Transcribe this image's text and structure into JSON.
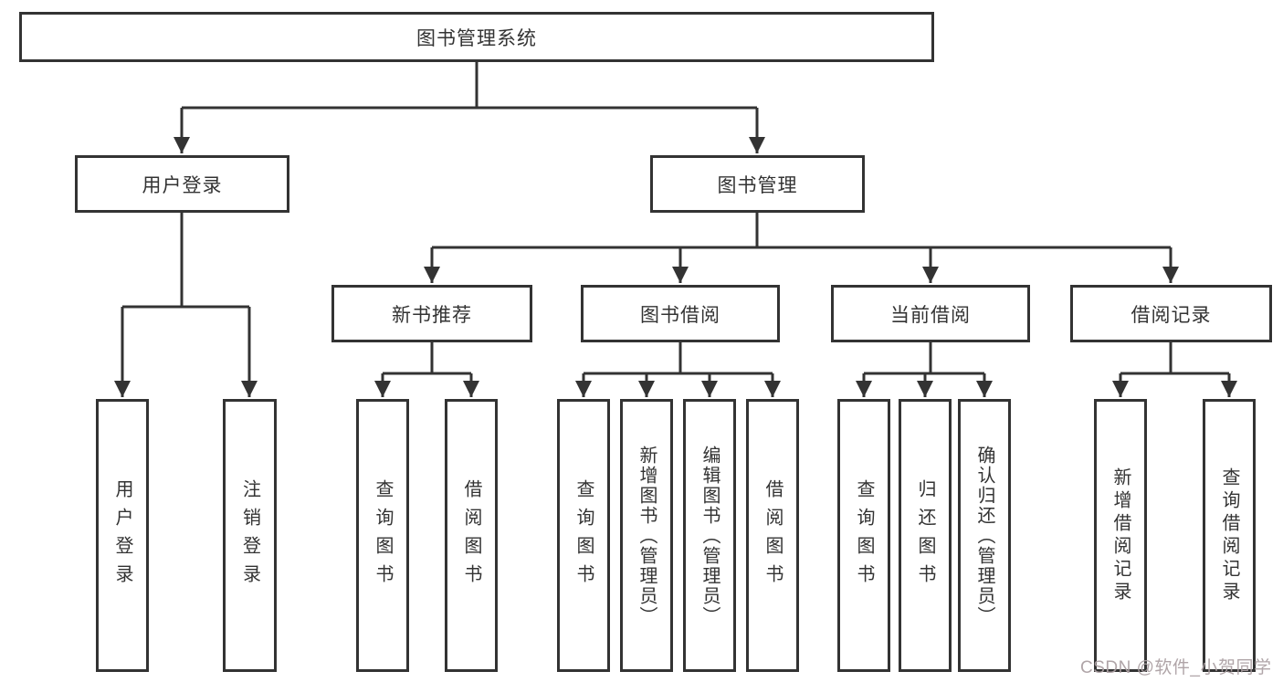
{
  "tree": {
    "label": "图书管理系统",
    "children": [
      {
        "label": "用户登录",
        "children": [
          {
            "label": "用户登录"
          },
          {
            "label": "注销登录"
          }
        ]
      },
      {
        "label": "图书管理",
        "children": [
          {
            "label": "新书推荐",
            "children": [
              {
                "label": "查询图书"
              },
              {
                "label": "借阅图书"
              }
            ]
          },
          {
            "label": "图书借阅",
            "children": [
              {
                "label": "查询图书"
              },
              {
                "label": "新增图书（管理员）"
              },
              {
                "label": "编辑图书（管理员）"
              },
              {
                "label": "借阅图书"
              }
            ]
          },
          {
            "label": "当前借阅",
            "children": [
              {
                "label": "查询图书"
              },
              {
                "label": "归还图书"
              },
              {
                "label": "确认归还（管理员）"
              }
            ]
          },
          {
            "label": "借阅记录",
            "children": [
              {
                "label": "新增借阅记录"
              },
              {
                "label": "查询借阅记录"
              }
            ]
          }
        ]
      }
    ]
  },
  "colors": {
    "line": "#333333",
    "text": "#333333",
    "background": "#ffffff",
    "watermark": "#aca0a3"
  },
  "watermark": {
    "text": "CSDN @软件_小贺同学"
  }
}
